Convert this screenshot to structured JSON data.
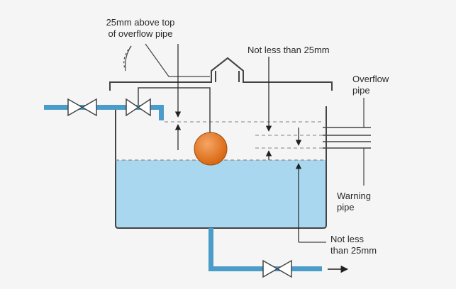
{
  "labels": {
    "top_note_line1": "25mm above top",
    "top_note_line2": "of overflow pipe",
    "gap_top": "Not less than 25mm",
    "overflow_line1": "Overflow",
    "overflow_line2": "pipe",
    "warning_line1": "Warning",
    "warning_line2": "pipe",
    "gap_bottom_line1": "Not less",
    "gap_bottom_line2": "than 25mm"
  },
  "colors": {
    "water": "#a9d7ef",
    "tank_outline": "#444444",
    "pipe": "#4a9cc9",
    "float": "#e8761f",
    "dashed_line": "#9a9a9a"
  }
}
